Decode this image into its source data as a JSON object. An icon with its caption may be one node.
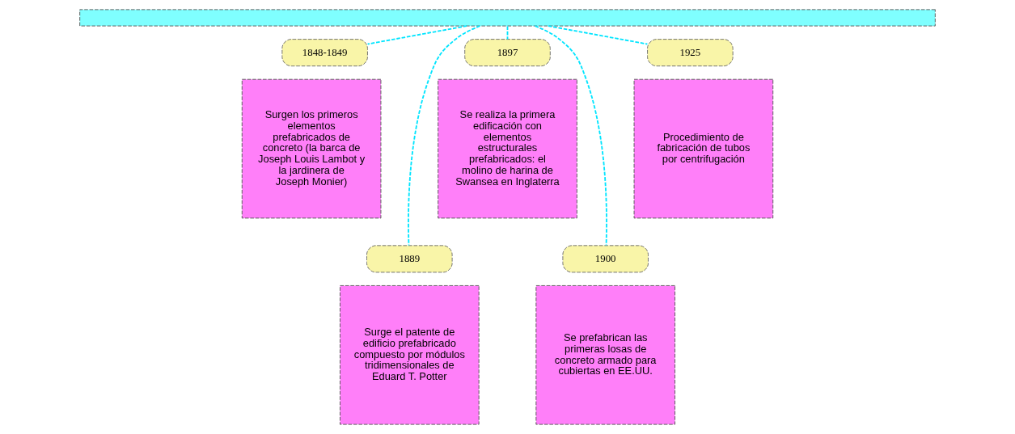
{
  "diagram": {
    "nodes": [
      {
        "text": [],
        "shape": "bar"
      },
      {
        "text": [
          "1848-1849"
        ]
      },
      {
        "text": [
          "Surgen los primeros elementos prefabricados de concreto (la barca de Joseph Louis Lambot y la jardinera de Joseph Monier)"
        ]
      },
      {
        "text": [
          "1889"
        ]
      },
      {
        "text": [
          "Surge el patente de edificio prefabricado compuesto por módulos tridimensionales de Eduard T. Potter"
        ]
      },
      {
        "text": [
          "1897"
        ]
      },
      {
        "text": [
          "Se realiza la primera edificación con elementos estructurales prefabricados: el molino de harina de Swansea en Inglaterra"
        ]
      },
      {
        "text": [
          "1900"
        ]
      },
      {
        "text": [
          "Se prefabrican las primeras losas de concreto armado para cubiertas en EE.UU."
        ]
      },
      {
        "text": [
          "1925"
        ]
      },
      {
        "text": [
          "Procedimiento de fabricación de tubos por centrifugación"
        ]
      }
    ],
    "edges": [
      {
        "from": 0,
        "to": 1,
        "arrow": "none",
        "style": "dashed"
      },
      {
        "from": 0,
        "to": 3,
        "arrow": "none",
        "style": "dashed"
      },
      {
        "from": 0,
        "to": 5,
        "arrow": "none",
        "style": "dashed"
      },
      {
        "from": 0,
        "to": 7,
        "arrow": "none",
        "style": "dashed"
      },
      {
        "from": 0,
        "to": 9,
        "arrow": "none",
        "style": "dashed"
      }
    ]
  }
}
